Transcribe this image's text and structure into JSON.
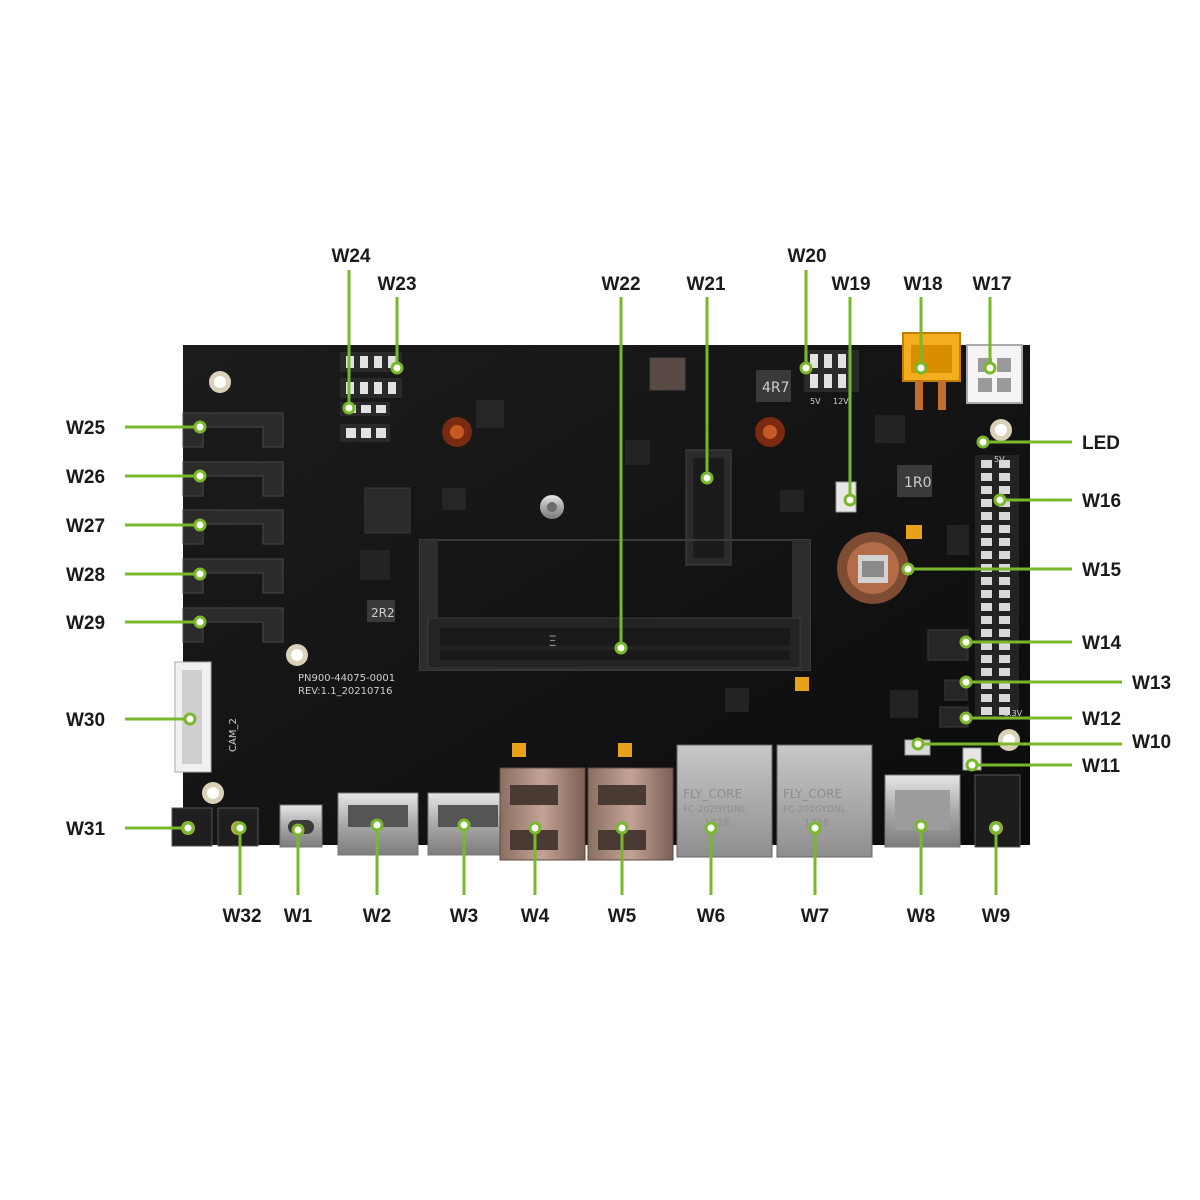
{
  "accent_color": "#7ab82b",
  "board": {
    "pcb_color": "#141414",
    "silkscreen": {
      "part_number": "PN900-44075-0001",
      "revision": "REV:1.1_20210716",
      "camera_label": "CAM_2",
      "inductor_left": "2R2",
      "inductor_top": "4R7",
      "inductor_right": "1R0",
      "connector_mark": "Ξ",
      "header_5v": "5V",
      "header_12v": "12V",
      "header_33v": "3.3V",
      "rj45_brand": "FLY_CORE",
      "rj45_model": "FC-202GYDNL",
      "rj45_code": "1728"
    }
  },
  "callouts": [
    {
      "id": "W1",
      "label": "W1"
    },
    {
      "id": "W2",
      "label": "W2"
    },
    {
      "id": "W3",
      "label": "W3"
    },
    {
      "id": "W4",
      "label": "W4"
    },
    {
      "id": "W5",
      "label": "W5"
    },
    {
      "id": "W6",
      "label": "W6"
    },
    {
      "id": "W7",
      "label": "W7"
    },
    {
      "id": "W8",
      "label": "W8"
    },
    {
      "id": "W9",
      "label": "W9"
    },
    {
      "id": "W10",
      "label": "W10"
    },
    {
      "id": "W11",
      "label": "W11"
    },
    {
      "id": "W12",
      "label": "W12"
    },
    {
      "id": "W13",
      "label": "W13"
    },
    {
      "id": "W14",
      "label": "W14"
    },
    {
      "id": "W15",
      "label": "W15"
    },
    {
      "id": "W16",
      "label": "W16"
    },
    {
      "id": "LED",
      "label": "LED"
    },
    {
      "id": "W17",
      "label": "W17"
    },
    {
      "id": "W18",
      "label": "W18"
    },
    {
      "id": "W19",
      "label": "W19"
    },
    {
      "id": "W20",
      "label": "W20"
    },
    {
      "id": "W21",
      "label": "W21"
    },
    {
      "id": "W22",
      "label": "W22"
    },
    {
      "id": "W23",
      "label": "W23"
    },
    {
      "id": "W24",
      "label": "W24"
    },
    {
      "id": "W25",
      "label": "W25"
    },
    {
      "id": "W26",
      "label": "W26"
    },
    {
      "id": "W27",
      "label": "W27"
    },
    {
      "id": "W28",
      "label": "W28"
    },
    {
      "id": "W29",
      "label": "W29"
    },
    {
      "id": "W30",
      "label": "W30"
    },
    {
      "id": "W31",
      "label": "W31"
    },
    {
      "id": "W32",
      "label": "W32"
    }
  ]
}
